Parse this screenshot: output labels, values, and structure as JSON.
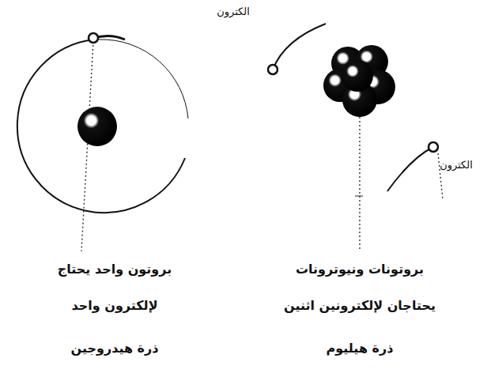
{
  "diagram": {
    "labels": [
      "الكترون",
      "الكترون",
      "بروتون واحد يحتاج لإلكترون واحد",
      "ذرة هيدروجين",
      "بروتونات ونيوترونات يحتاجان لإلكترونين اثنين",
      "ذرة هيليوم"
    ]
  }
}
